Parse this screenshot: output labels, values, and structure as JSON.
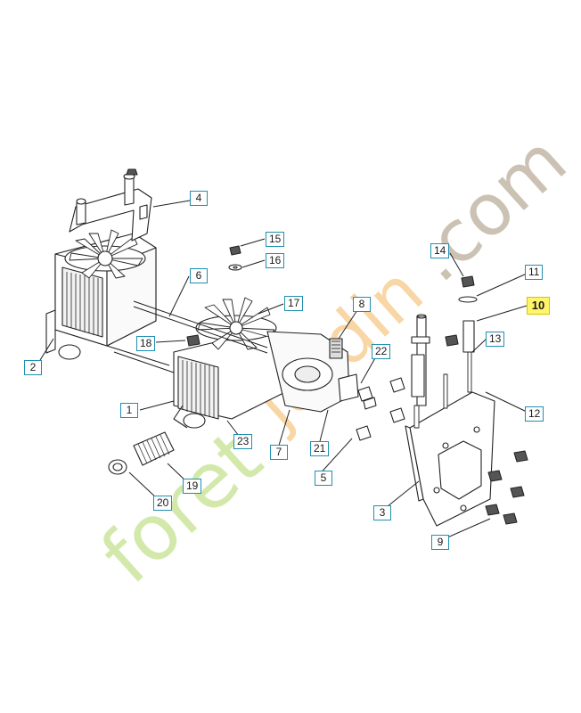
{
  "diagram": {
    "callouts": [
      {
        "id": "c1",
        "label": "1"
      },
      {
        "id": "c2",
        "label": "2"
      },
      {
        "id": "c3",
        "label": "3"
      },
      {
        "id": "c4",
        "label": "4"
      },
      {
        "id": "c5",
        "label": "5"
      },
      {
        "id": "c6",
        "label": "6"
      },
      {
        "id": "c7",
        "label": "7"
      },
      {
        "id": "c8",
        "label": "8"
      },
      {
        "id": "c9",
        "label": "9"
      },
      {
        "id": "c10",
        "label": "10"
      },
      {
        "id": "c11",
        "label": "11"
      },
      {
        "id": "c12",
        "label": "12"
      },
      {
        "id": "c13",
        "label": "13"
      },
      {
        "id": "c14",
        "label": "14"
      },
      {
        "id": "c15",
        "label": "15"
      },
      {
        "id": "c16",
        "label": "16"
      },
      {
        "id": "c17",
        "label": "17"
      },
      {
        "id": "c18",
        "label": "18"
      },
      {
        "id": "c19",
        "label": "19"
      },
      {
        "id": "c20",
        "label": "20"
      },
      {
        "id": "c21",
        "label": "21"
      },
      {
        "id": "c22",
        "label": "22"
      },
      {
        "id": "c23",
        "label": "23"
      }
    ],
    "highlighted_callout": "10",
    "colors": {
      "callout_border": "#1f8fb0",
      "highlight_fill": "#fff46a",
      "line": "#222222",
      "watermark_green": "#cfe6a6",
      "watermark_orange": "#f6c98a",
      "watermark_grey": "#c8bfb0"
    }
  },
  "watermark": {
    "part1": "foret",
    "part2": "jardin",
    "part3": ".com"
  }
}
